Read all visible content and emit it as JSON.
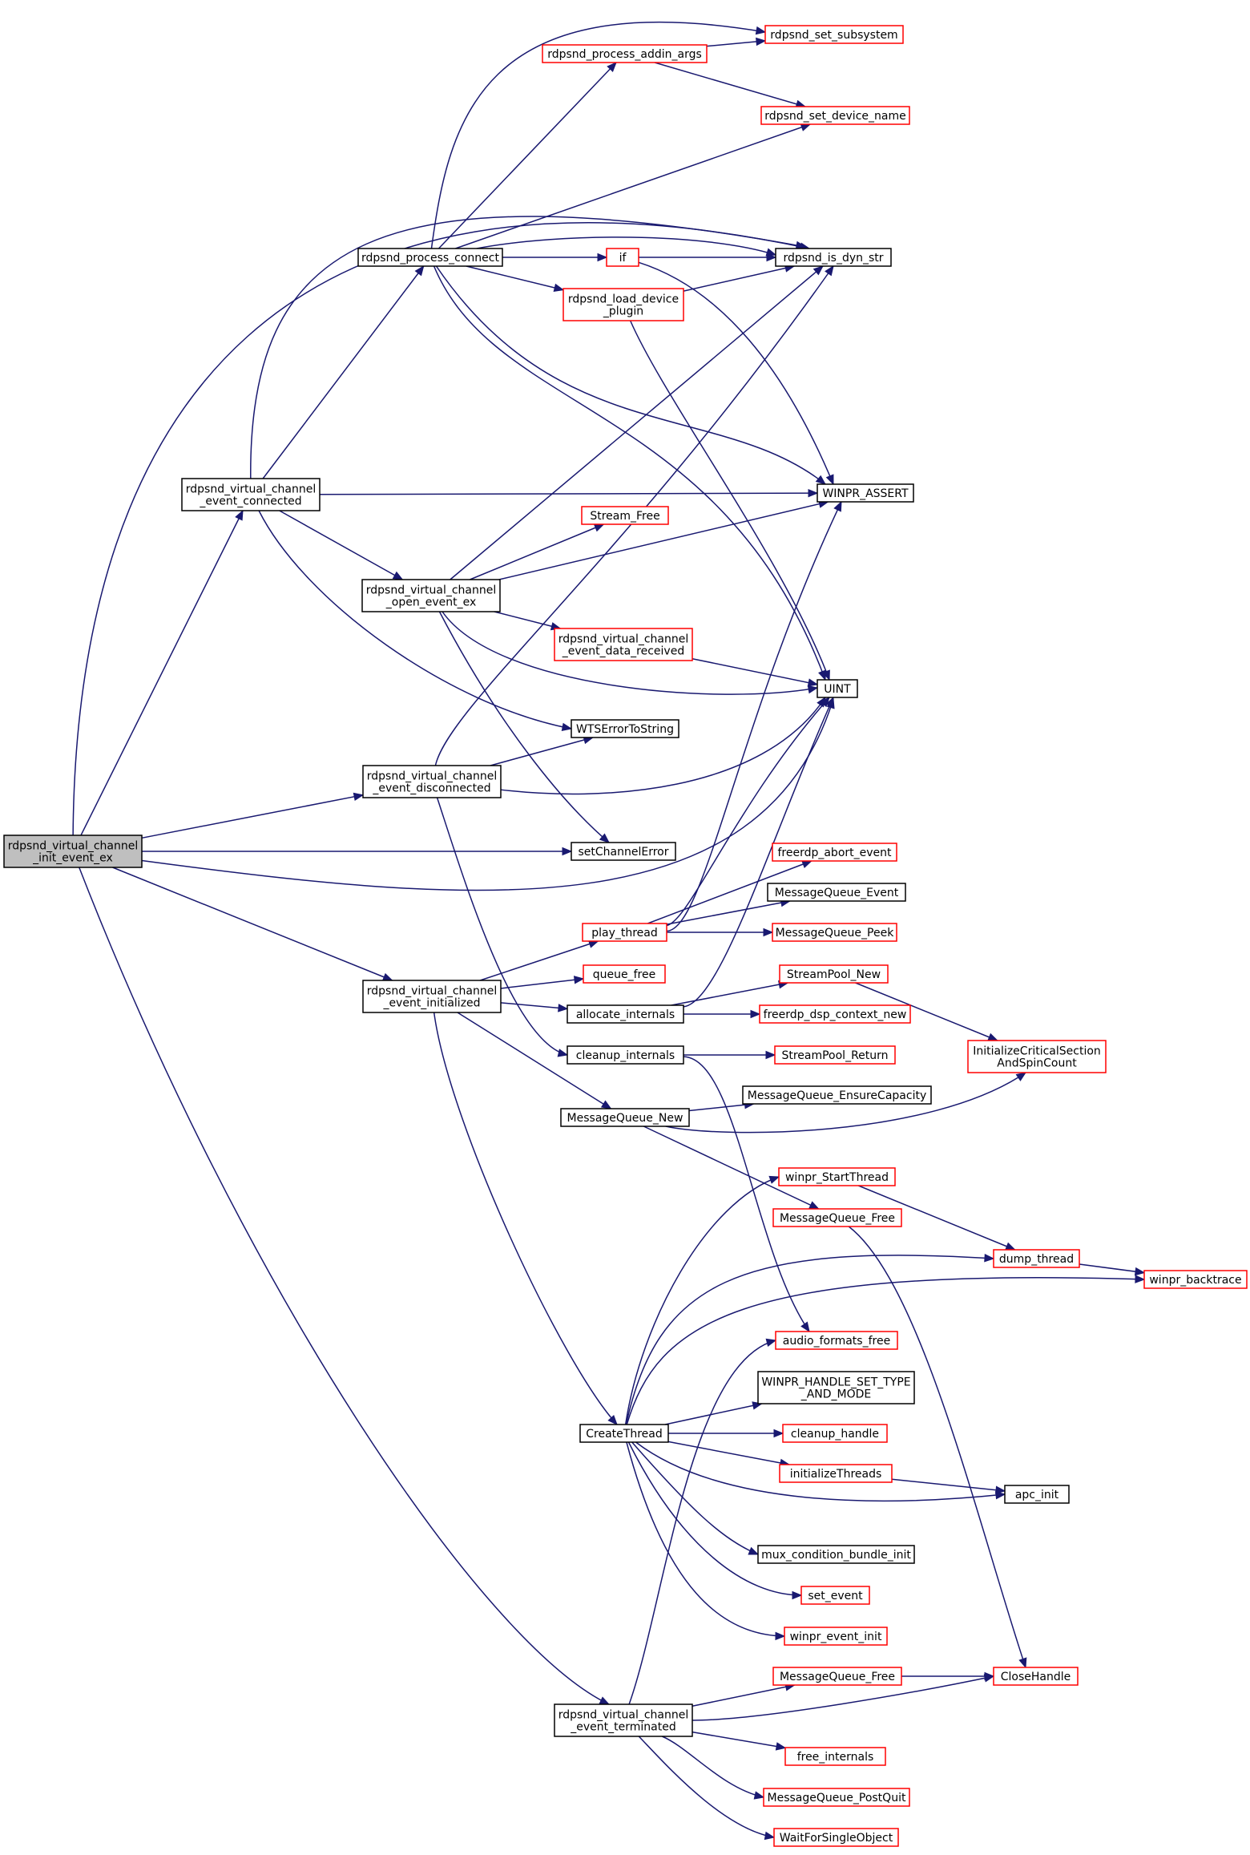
{
  "graph": {
    "colors": {
      "edge": "#191970",
      "border_default": "#000000",
      "border_truncated": "#ff0000",
      "root_fill": "#bfbfbf"
    },
    "nodes": [
      {
        "id": "init_event_ex",
        "lines": [
          "rdpsnd_virtual_channel",
          "_init_event_ex"
        ],
        "style": "root"
      },
      {
        "id": "event_connected",
        "lines": [
          "rdpsnd_virtual_channel",
          "_event_connected"
        ],
        "style": "black"
      },
      {
        "id": "process_connect",
        "lines": [
          "rdpsnd_process_connect"
        ],
        "style": "black"
      },
      {
        "id": "process_addin_args",
        "lines": [
          "rdpsnd_process_addin_args"
        ],
        "style": "red"
      },
      {
        "id": "set_subsystem",
        "lines": [
          "rdpsnd_set_subsystem"
        ],
        "style": "red"
      },
      {
        "id": "set_device_name",
        "lines": [
          "rdpsnd_set_device_name"
        ],
        "style": "red"
      },
      {
        "id": "if",
        "lines": [
          "if"
        ],
        "style": "red"
      },
      {
        "id": "is_dyn_str",
        "lines": [
          "rdpsnd_is_dyn_str"
        ],
        "style": "black"
      },
      {
        "id": "load_device_plugin",
        "lines": [
          "rdpsnd_load_device",
          "_plugin"
        ],
        "style": "red"
      },
      {
        "id": "winpr_assert",
        "lines": [
          "WINPR_ASSERT"
        ],
        "style": "black"
      },
      {
        "id": "stream_free",
        "lines": [
          "Stream_Free"
        ],
        "style": "red"
      },
      {
        "id": "open_event_ex",
        "lines": [
          "rdpsnd_virtual_channel",
          "_open_event_ex"
        ],
        "style": "black"
      },
      {
        "id": "data_received",
        "lines": [
          "rdpsnd_virtual_channel",
          "_event_data_received"
        ],
        "style": "red"
      },
      {
        "id": "uint",
        "lines": [
          "UINT"
        ],
        "style": "black"
      },
      {
        "id": "wts_error",
        "lines": [
          "WTSErrorToString"
        ],
        "style": "black"
      },
      {
        "id": "event_disconnected",
        "lines": [
          "rdpsnd_virtual_channel",
          "_event_disconnected"
        ],
        "style": "black"
      },
      {
        "id": "set_channel_error",
        "lines": [
          "setChannelError"
        ],
        "style": "black"
      },
      {
        "id": "abort_event",
        "lines": [
          "freerdp_abort_event"
        ],
        "style": "red"
      },
      {
        "id": "mq_event",
        "lines": [
          "MessageQueue_Event"
        ],
        "style": "black"
      },
      {
        "id": "play_thread",
        "lines": [
          "play_thread"
        ],
        "style": "red"
      },
      {
        "id": "mq_peek",
        "lines": [
          "MessageQueue_Peek"
        ],
        "style": "red"
      },
      {
        "id": "event_initialized",
        "lines": [
          "rdpsnd_virtual_channel",
          "_event_initialized"
        ],
        "style": "black"
      },
      {
        "id": "queue_free",
        "lines": [
          "queue_free"
        ],
        "style": "red"
      },
      {
        "id": "streampool_new",
        "lines": [
          "StreamPool_New"
        ],
        "style": "red"
      },
      {
        "id": "allocate_internals",
        "lines": [
          "allocate_internals"
        ],
        "style": "black"
      },
      {
        "id": "dsp_context_new",
        "lines": [
          "freerdp_dsp_context_new"
        ],
        "style": "red"
      },
      {
        "id": "init_cs",
        "lines": [
          "InitializeCriticalSection",
          "AndSpinCount"
        ],
        "style": "red"
      },
      {
        "id": "cleanup_internals",
        "lines": [
          "cleanup_internals"
        ],
        "style": "black"
      },
      {
        "id": "streampool_return",
        "lines": [
          "StreamPool_Return"
        ],
        "style": "red"
      },
      {
        "id": "mq_ensure",
        "lines": [
          "MessageQueue_EnsureCapacity"
        ],
        "style": "black"
      },
      {
        "id": "mq_new",
        "lines": [
          "MessageQueue_New"
        ],
        "style": "black"
      },
      {
        "id": "start_thread",
        "lines": [
          "winpr_StartThread"
        ],
        "style": "red"
      },
      {
        "id": "mq_free_1",
        "lines": [
          "MessageQueue_Free"
        ],
        "style": "red"
      },
      {
        "id": "dump_thread",
        "lines": [
          "dump_thread"
        ],
        "style": "red"
      },
      {
        "id": "backtrace",
        "lines": [
          "winpr_backtrace"
        ],
        "style": "red"
      },
      {
        "id": "audio_formats_free",
        "lines": [
          "audio_formats_free"
        ],
        "style": "red"
      },
      {
        "id": "handle_set_type",
        "lines": [
          "WINPR_HANDLE_SET_TYPE",
          "_AND_MODE"
        ],
        "style": "black"
      },
      {
        "id": "create_thread",
        "lines": [
          "CreateThread"
        ],
        "style": "black"
      },
      {
        "id": "cleanup_handle",
        "lines": [
          "cleanup_handle"
        ],
        "style": "red"
      },
      {
        "id": "initialize_threads",
        "lines": [
          "initializeThreads"
        ],
        "style": "red"
      },
      {
        "id": "apc_init",
        "lines": [
          "apc_init"
        ],
        "style": "black"
      },
      {
        "id": "mux_condition",
        "lines": [
          "mux_condition_bundle_init"
        ],
        "style": "black"
      },
      {
        "id": "set_event",
        "lines": [
          "set_event"
        ],
        "style": "red"
      },
      {
        "id": "winpr_event_init",
        "lines": [
          "winpr_event_init"
        ],
        "style": "red"
      },
      {
        "id": "mq_free_2",
        "lines": [
          "MessageQueue_Free"
        ],
        "style": "red"
      },
      {
        "id": "close_handle",
        "lines": [
          "CloseHandle"
        ],
        "style": "red"
      },
      {
        "id": "event_terminated",
        "lines": [
          "rdpsnd_virtual_channel",
          "_event_terminated"
        ],
        "style": "black"
      },
      {
        "id": "free_internals",
        "lines": [
          "free_internals"
        ],
        "style": "red"
      },
      {
        "id": "mq_postquit",
        "lines": [
          "MessageQueue_PostQuit"
        ],
        "style": "red"
      },
      {
        "id": "wait_single",
        "lines": [
          "WaitForSingleObject"
        ],
        "style": "red"
      }
    ],
    "edges": [
      [
        "init_event_ex",
        "event_connected"
      ],
      [
        "init_event_ex",
        "is_dyn_str"
      ],
      [
        "init_event_ex",
        "event_disconnected"
      ],
      [
        "init_event_ex",
        "set_channel_error"
      ],
      [
        "init_event_ex",
        "uint"
      ],
      [
        "init_event_ex",
        "event_initialized"
      ],
      [
        "init_event_ex",
        "event_terminated"
      ],
      [
        "event_connected",
        "process_connect"
      ],
      [
        "event_connected",
        "is_dyn_str"
      ],
      [
        "event_connected",
        "winpr_assert"
      ],
      [
        "event_connected",
        "open_event_ex"
      ],
      [
        "event_connected",
        "wts_error"
      ],
      [
        "process_connect",
        "set_subsystem"
      ],
      [
        "process_connect",
        "process_addin_args"
      ],
      [
        "process_connect",
        "set_device_name"
      ],
      [
        "process_connect",
        "is_dyn_str"
      ],
      [
        "process_connect",
        "if"
      ],
      [
        "process_connect",
        "load_device_plugin"
      ],
      [
        "process_connect",
        "winpr_assert"
      ],
      [
        "process_connect",
        "uint"
      ],
      [
        "process_addin_args",
        "set_subsystem"
      ],
      [
        "process_addin_args",
        "set_device_name"
      ],
      [
        "if",
        "is_dyn_str"
      ],
      [
        "if",
        "winpr_assert"
      ],
      [
        "load_device_plugin",
        "is_dyn_str"
      ],
      [
        "load_device_plugin",
        "uint"
      ],
      [
        "open_event_ex",
        "is_dyn_str"
      ],
      [
        "open_event_ex",
        "stream_free"
      ],
      [
        "open_event_ex",
        "winpr_assert"
      ],
      [
        "open_event_ex",
        "data_received"
      ],
      [
        "open_event_ex",
        "uint"
      ],
      [
        "open_event_ex",
        "set_channel_error"
      ],
      [
        "data_received",
        "uint"
      ],
      [
        "event_disconnected",
        "is_dyn_str"
      ],
      [
        "event_disconnected",
        "wts_error"
      ],
      [
        "event_disconnected",
        "uint"
      ],
      [
        "event_disconnected",
        "cleanup_internals"
      ],
      [
        "play_thread",
        "abort_event"
      ],
      [
        "play_thread",
        "mq_event"
      ],
      [
        "play_thread",
        "mq_peek"
      ],
      [
        "play_thread",
        "winpr_assert"
      ],
      [
        "play_thread",
        "uint"
      ],
      [
        "event_initialized",
        "play_thread"
      ],
      [
        "event_initialized",
        "queue_free"
      ],
      [
        "event_initialized",
        "allocate_internals"
      ],
      [
        "event_initialized",
        "mq_new"
      ],
      [
        "event_initialized",
        "create_thread"
      ],
      [
        "allocate_internals",
        "streampool_new"
      ],
      [
        "allocate_internals",
        "dsp_context_new"
      ],
      [
        "allocate_internals",
        "uint"
      ],
      [
        "streampool_new",
        "init_cs"
      ],
      [
        "cleanup_internals",
        "streampool_return"
      ],
      [
        "cleanup_internals",
        "audio_formats_free"
      ],
      [
        "mq_new",
        "mq_ensure"
      ],
      [
        "mq_new",
        "init_cs"
      ],
      [
        "mq_new",
        "mq_free_1"
      ],
      [
        "start_thread",
        "dump_thread"
      ],
      [
        "mq_free_1",
        "close_handle"
      ],
      [
        "dump_thread",
        "backtrace"
      ],
      [
        "create_thread",
        "start_thread"
      ],
      [
        "create_thread",
        "dump_thread"
      ],
      [
        "create_thread",
        "backtrace"
      ],
      [
        "create_thread",
        "handle_set_type"
      ],
      [
        "create_thread",
        "cleanup_handle"
      ],
      [
        "create_thread",
        "initialize_threads"
      ],
      [
        "create_thread",
        "apc_init"
      ],
      [
        "create_thread",
        "mux_condition"
      ],
      [
        "create_thread",
        "set_event"
      ],
      [
        "create_thread",
        "winpr_event_init"
      ],
      [
        "initialize_threads",
        "apc_init"
      ],
      [
        "mq_free_2",
        "close_handle"
      ],
      [
        "event_terminated",
        "audio_formats_free"
      ],
      [
        "event_terminated",
        "mq_free_2"
      ],
      [
        "event_terminated",
        "close_handle"
      ],
      [
        "event_terminated",
        "free_internals"
      ],
      [
        "event_terminated",
        "mq_postquit"
      ],
      [
        "event_terminated",
        "wait_single"
      ]
    ]
  }
}
